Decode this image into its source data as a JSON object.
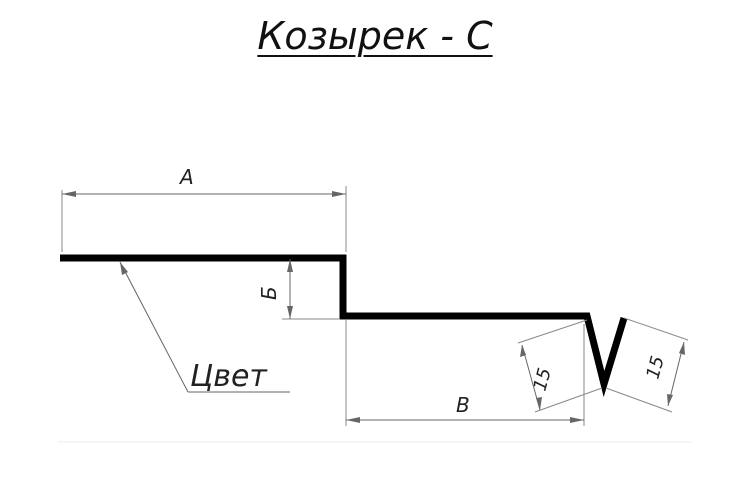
{
  "title": "Козырек - С",
  "labels": {
    "a": "A",
    "b": "Б",
    "v": "B",
    "color": "Цвет",
    "fold_left": "15",
    "fold_right": "15"
  }
}
